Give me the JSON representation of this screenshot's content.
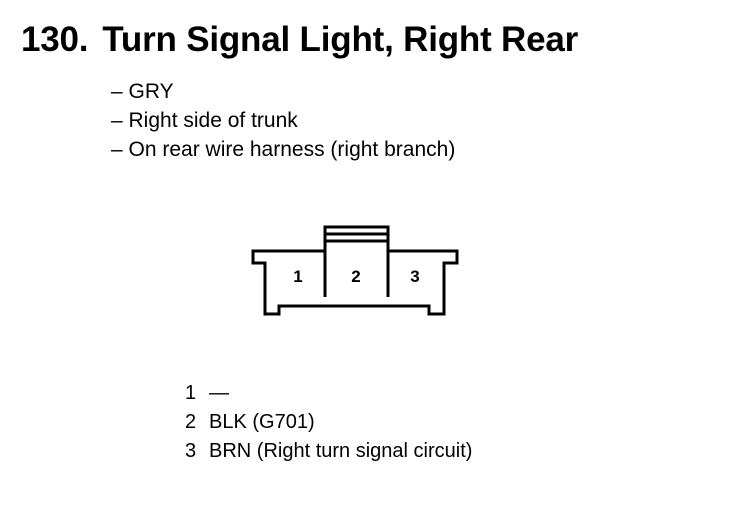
{
  "title": {
    "number": "130.",
    "text": "Turn Signal Light, Right Rear"
  },
  "info": [
    "– GRY",
    "– Right side of trunk",
    "– On rear wire harness (right branch)"
  ],
  "connector": {
    "pin_labels": [
      "1",
      "2",
      "3"
    ]
  },
  "pins": [
    {
      "num": "1",
      "desc": "—"
    },
    {
      "num": "2",
      "desc": "BLK (G701)"
    },
    {
      "num": "3",
      "desc": "BRN (Right turn signal circuit)"
    }
  ]
}
